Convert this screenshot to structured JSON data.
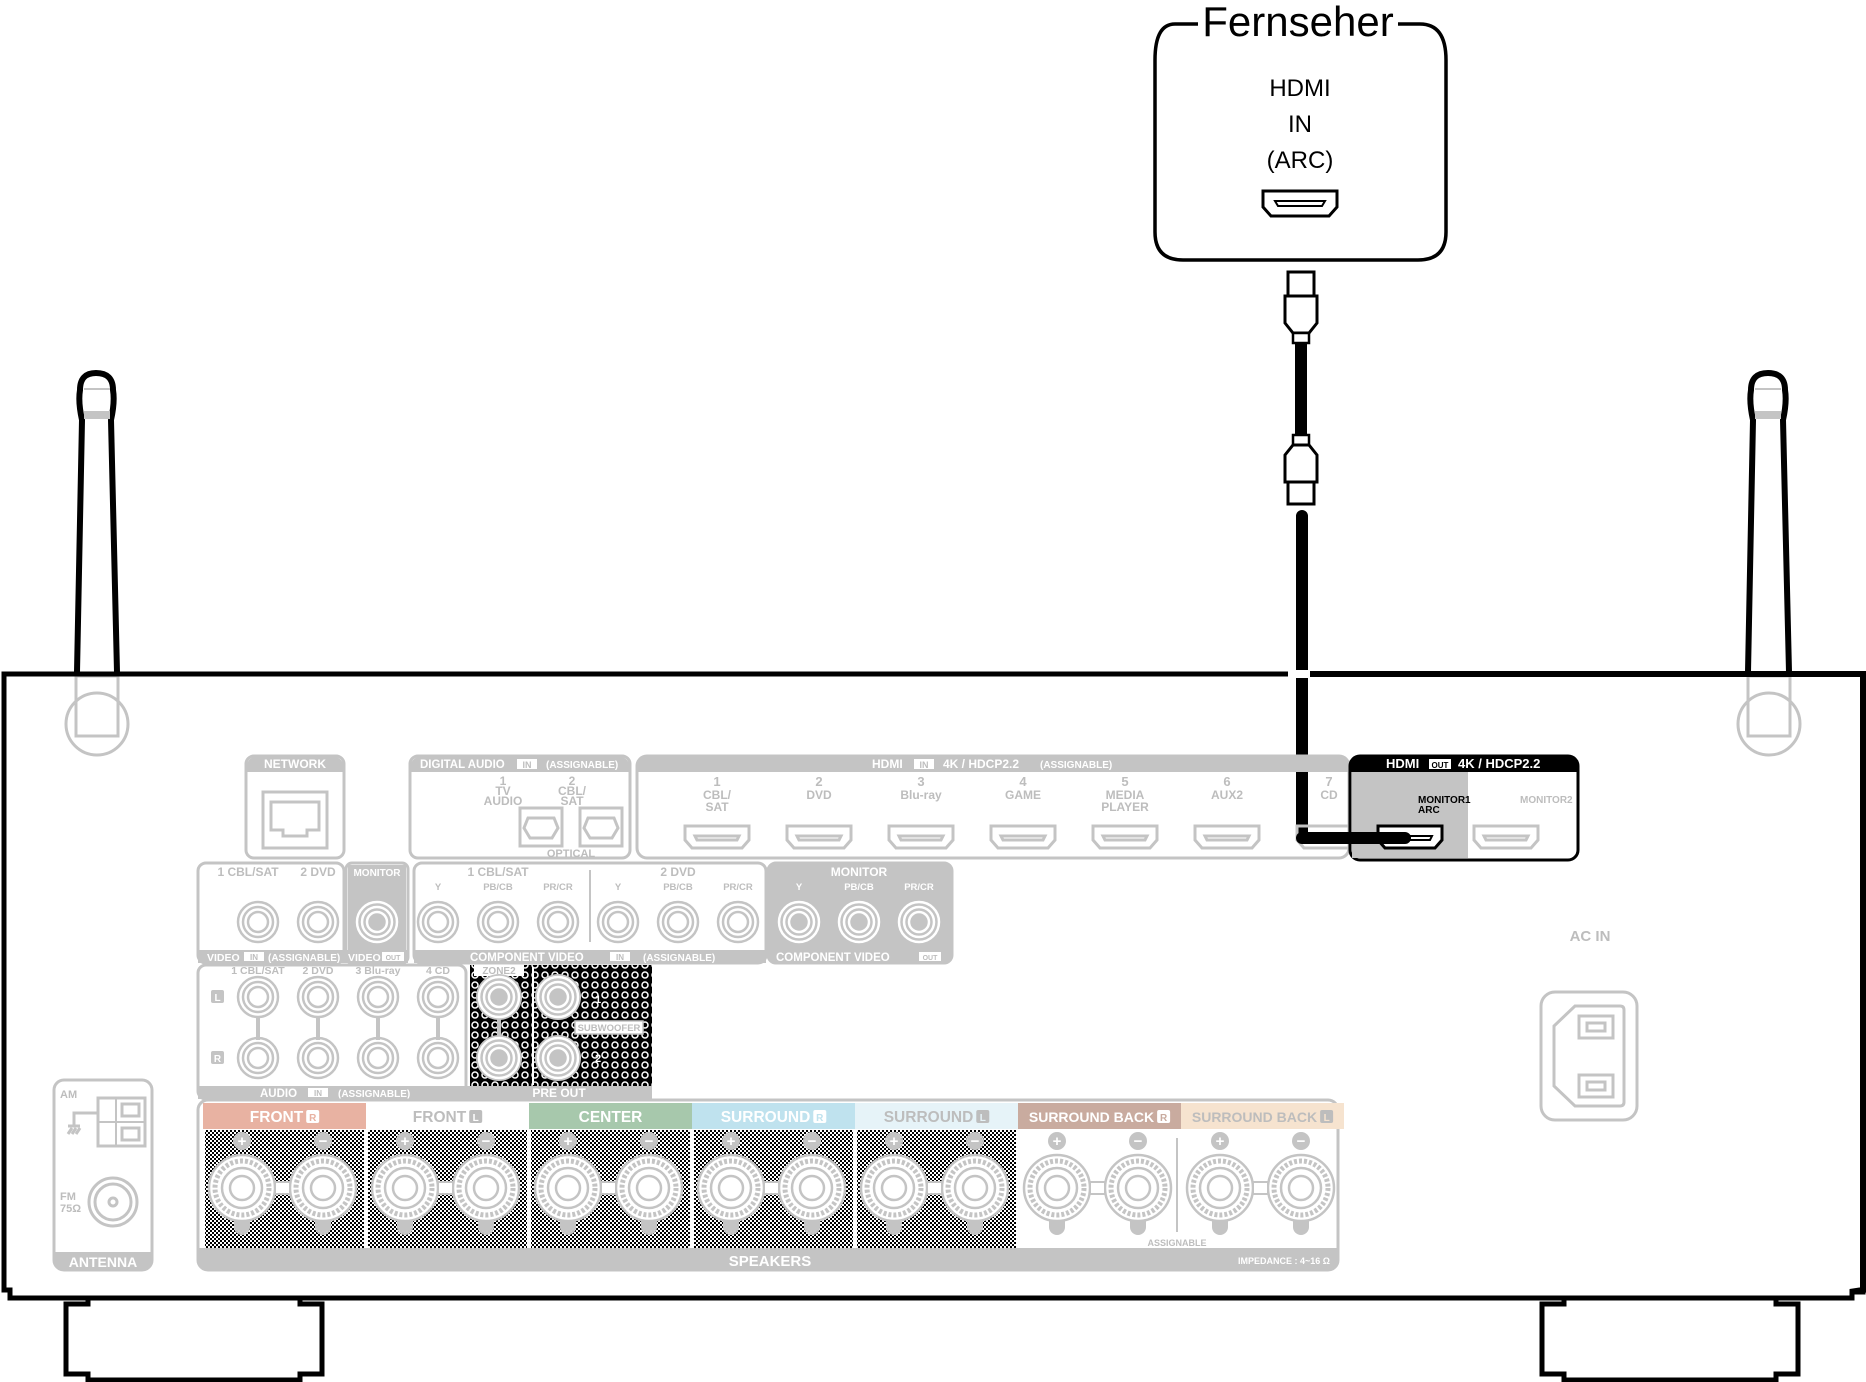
{
  "tv": {
    "title": "Fernseher",
    "port_lines": [
      "HDMI",
      "IN",
      "(ARC)"
    ]
  },
  "receiver": {
    "network": {
      "label": "NETWORK"
    },
    "digital_audio": {
      "label": "DIGITAL AUDIO",
      "badge": "IN",
      "suffix": "(ASSIGNABLE)",
      "inputs": [
        {
          "num": "1",
          "lines": [
            "TV",
            "AUDIO"
          ]
        },
        {
          "num": "2",
          "lines": [
            "CBL/",
            "SAT"
          ]
        }
      ],
      "footer": "OPTICAL"
    },
    "hdmi_in": {
      "label": "HDMI",
      "badge": "IN",
      "spec": "4K / HDCP2.2",
      "suffix": "(ASSIGNABLE)",
      "inputs": [
        {
          "num": "1",
          "lines": [
            "CBL/",
            "SAT"
          ]
        },
        {
          "num": "2",
          "lines": [
            "DVD"
          ]
        },
        {
          "num": "3",
          "lines": [
            "Blu-ray"
          ]
        },
        {
          "num": "4",
          "lines": [
            "GAME"
          ]
        },
        {
          "num": "5",
          "lines": [
            "MEDIA",
            "PLAYER"
          ]
        },
        {
          "num": "6",
          "lines": [
            "AUX2"
          ]
        },
        {
          "num": "7",
          "lines": [
            "CD"
          ]
        }
      ]
    },
    "hdmi_out": {
      "label": "HDMI",
      "badge": "OUT",
      "spec": "4K / HDCP2.2",
      "outputs": [
        {
          "lines": [
            "MONITOR1",
            "ARC"
          ],
          "connected": true
        },
        {
          "lines": [
            "MONITOR2"
          ],
          "connected": false
        }
      ]
    },
    "video": {
      "inputs": [
        "1 CBL/SAT",
        "2 DVD"
      ],
      "monitor": "MONITOR",
      "footer_in": "VIDEO",
      "badge_in": "IN",
      "suffix": "(ASSIGNABLE)",
      "footer_out": "VIDEO",
      "badge_out": "OUT"
    },
    "component_in": {
      "groups": [
        {
          "label": "1 CBL/SAT",
          "channels": [
            "Y",
            "PB/CB",
            "PR/CR"
          ]
        },
        {
          "label": "2 DVD",
          "channels": [
            "Y",
            "PB/CB",
            "PR/CR"
          ]
        }
      ],
      "footer": "COMPONENT VIDEO",
      "badge": "IN",
      "suffix": "(ASSIGNABLE)"
    },
    "component_out": {
      "label": "MONITOR",
      "channels": [
        "Y",
        "PB/CB",
        "PR/CR"
      ],
      "footer": "COMPONENT VIDEO",
      "badge": "OUT"
    },
    "audio_in": {
      "inputs": [
        "1 CBL/SAT",
        "2 DVD",
        "3 Blu-ray",
        "4 CD"
      ],
      "left": "L",
      "right": "R",
      "footer": "AUDIO",
      "badge": "IN",
      "suffix": "(ASSIGNABLE)"
    },
    "pre_out": {
      "zone": "ZONE2",
      "subwoofer": "SUBWOOFER",
      "sub_nums": [
        "1",
        "2"
      ],
      "footer": "PRE OUT"
    },
    "antenna": {
      "am": "AM",
      "fm": "FM",
      "fm_imp": "75Ω",
      "footer": "ANTENNA"
    },
    "ac_in": {
      "label": "AC IN"
    },
    "speakers": {
      "channels": [
        {
          "label": "FRONT",
          "side": "R",
          "color": "#e8b2a2",
          "text_color": "#ffffff"
        },
        {
          "label": "FRONT",
          "side": "L",
          "color": "#ffffff",
          "text_color": "#bdbdbd"
        },
        {
          "label": "CENTER",
          "color": "#a7c8ac",
          "text_color": "#ffffff"
        },
        {
          "label": "SURROUND",
          "side": "R",
          "color": "#bfe2ee",
          "text_color": "#ffffff"
        },
        {
          "label": "SURROUND",
          "side": "L",
          "color": "#e6f3f8",
          "text_color": "#bdbdbd"
        },
        {
          "label": "SURROUND BACK",
          "side": "R",
          "color": "#c9ab9f",
          "text_color": "#ffffff"
        },
        {
          "label": "SURROUND BACK",
          "side": "L",
          "color": "#f6e3cf",
          "text_color": "#bdbdbd"
        }
      ],
      "plus": "+",
      "minus": "−",
      "assignable": "ASSIGNABLE",
      "footer": "SPEAKERS",
      "impedance": "IMPEDANCE : 4~16 Ω"
    }
  }
}
